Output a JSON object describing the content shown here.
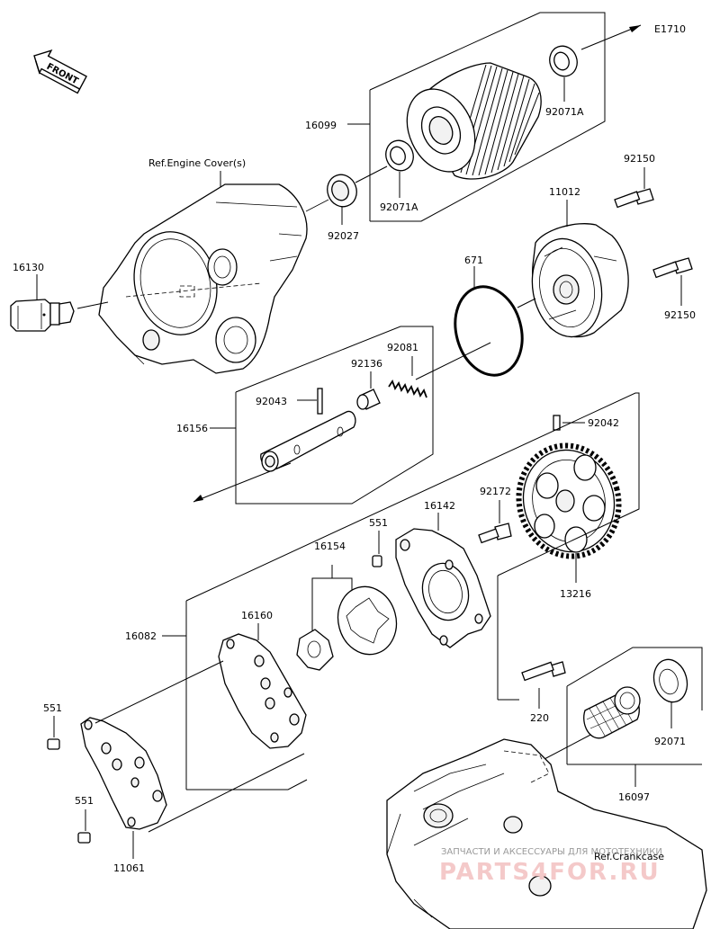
{
  "diagram_code": "E1710",
  "front_label": "FRONT",
  "ref_labels": {
    "engine_cover": "Ref.Engine Cover(s)",
    "crankcase": "Ref.Crankcase"
  },
  "parts": {
    "p16099": "16099",
    "p92071A_a": "92071A",
    "p92071A_b": "92071A",
    "p92027": "92027",
    "p16130": "16130",
    "p92150_a": "92150",
    "p11012": "11012",
    "p92150_b": "92150",
    "p671": "671",
    "p92081": "92081",
    "p92136": "92136",
    "p92043": "92043",
    "p16156": "16156",
    "p92042": "92042",
    "p92172": "92172",
    "p16142": "16142",
    "p551_a": "551",
    "p16154": "16154",
    "p13216": "13216",
    "p16082": "16082",
    "p16160": "16160",
    "p551_b": "551",
    "p220": "220",
    "p92071": "92071",
    "p551_c": "551",
    "p16097": "16097",
    "p11061": "11061"
  },
  "watermark": {
    "line1": "ЗАПЧАСТИ И АКСЕССУАРЫ ДЛЯ МОТОТЕХНИКИ",
    "line2": "PARTS4FOR.RU"
  }
}
